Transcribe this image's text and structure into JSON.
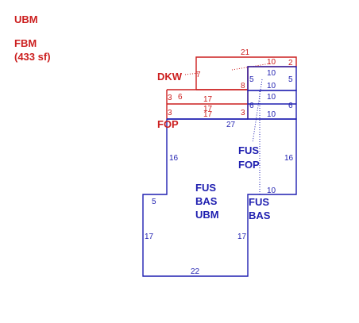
{
  "colors": {
    "red": "#cc1f1f",
    "blue": "#1f1fb0"
  },
  "legend": {
    "ubm": "UBM",
    "fbm": "FBM",
    "fbm_area": "(433 sf)"
  },
  "areas": {
    "dkw": "DKW",
    "fop": "FOP",
    "fus_fop_line1": "FUS",
    "fus_fop_line2": "FOP",
    "main_line1": "FUS",
    "main_line2": "BAS",
    "main_line3": "UBM",
    "fus_bas_line1": "FUS",
    "fus_bas_line2": "BAS"
  },
  "dims_red": {
    "top": "21",
    "right_top": "2",
    "left_7": "7",
    "mid_8": "8",
    "step_3": "3",
    "step_6": "6",
    "fop_17_top": "17",
    "fop_17_mid": "17",
    "fop_17_bot": "17",
    "fop_3_left": "3",
    "fop_3_right": "3",
    "ten_top": "10"
  },
  "dims_blue": {
    "b5_left": "5",
    "b5_right": "5",
    "b10_a": "10",
    "b10_b": "10",
    "b10_c": "10",
    "b6_left": "6",
    "b6_right": "6",
    "b27": "27",
    "b16_left": "16",
    "b16_right": "16",
    "b10_bottom": "10",
    "b5_notch": "5",
    "b17_left": "17",
    "b17_right": "17",
    "b22": "22"
  }
}
